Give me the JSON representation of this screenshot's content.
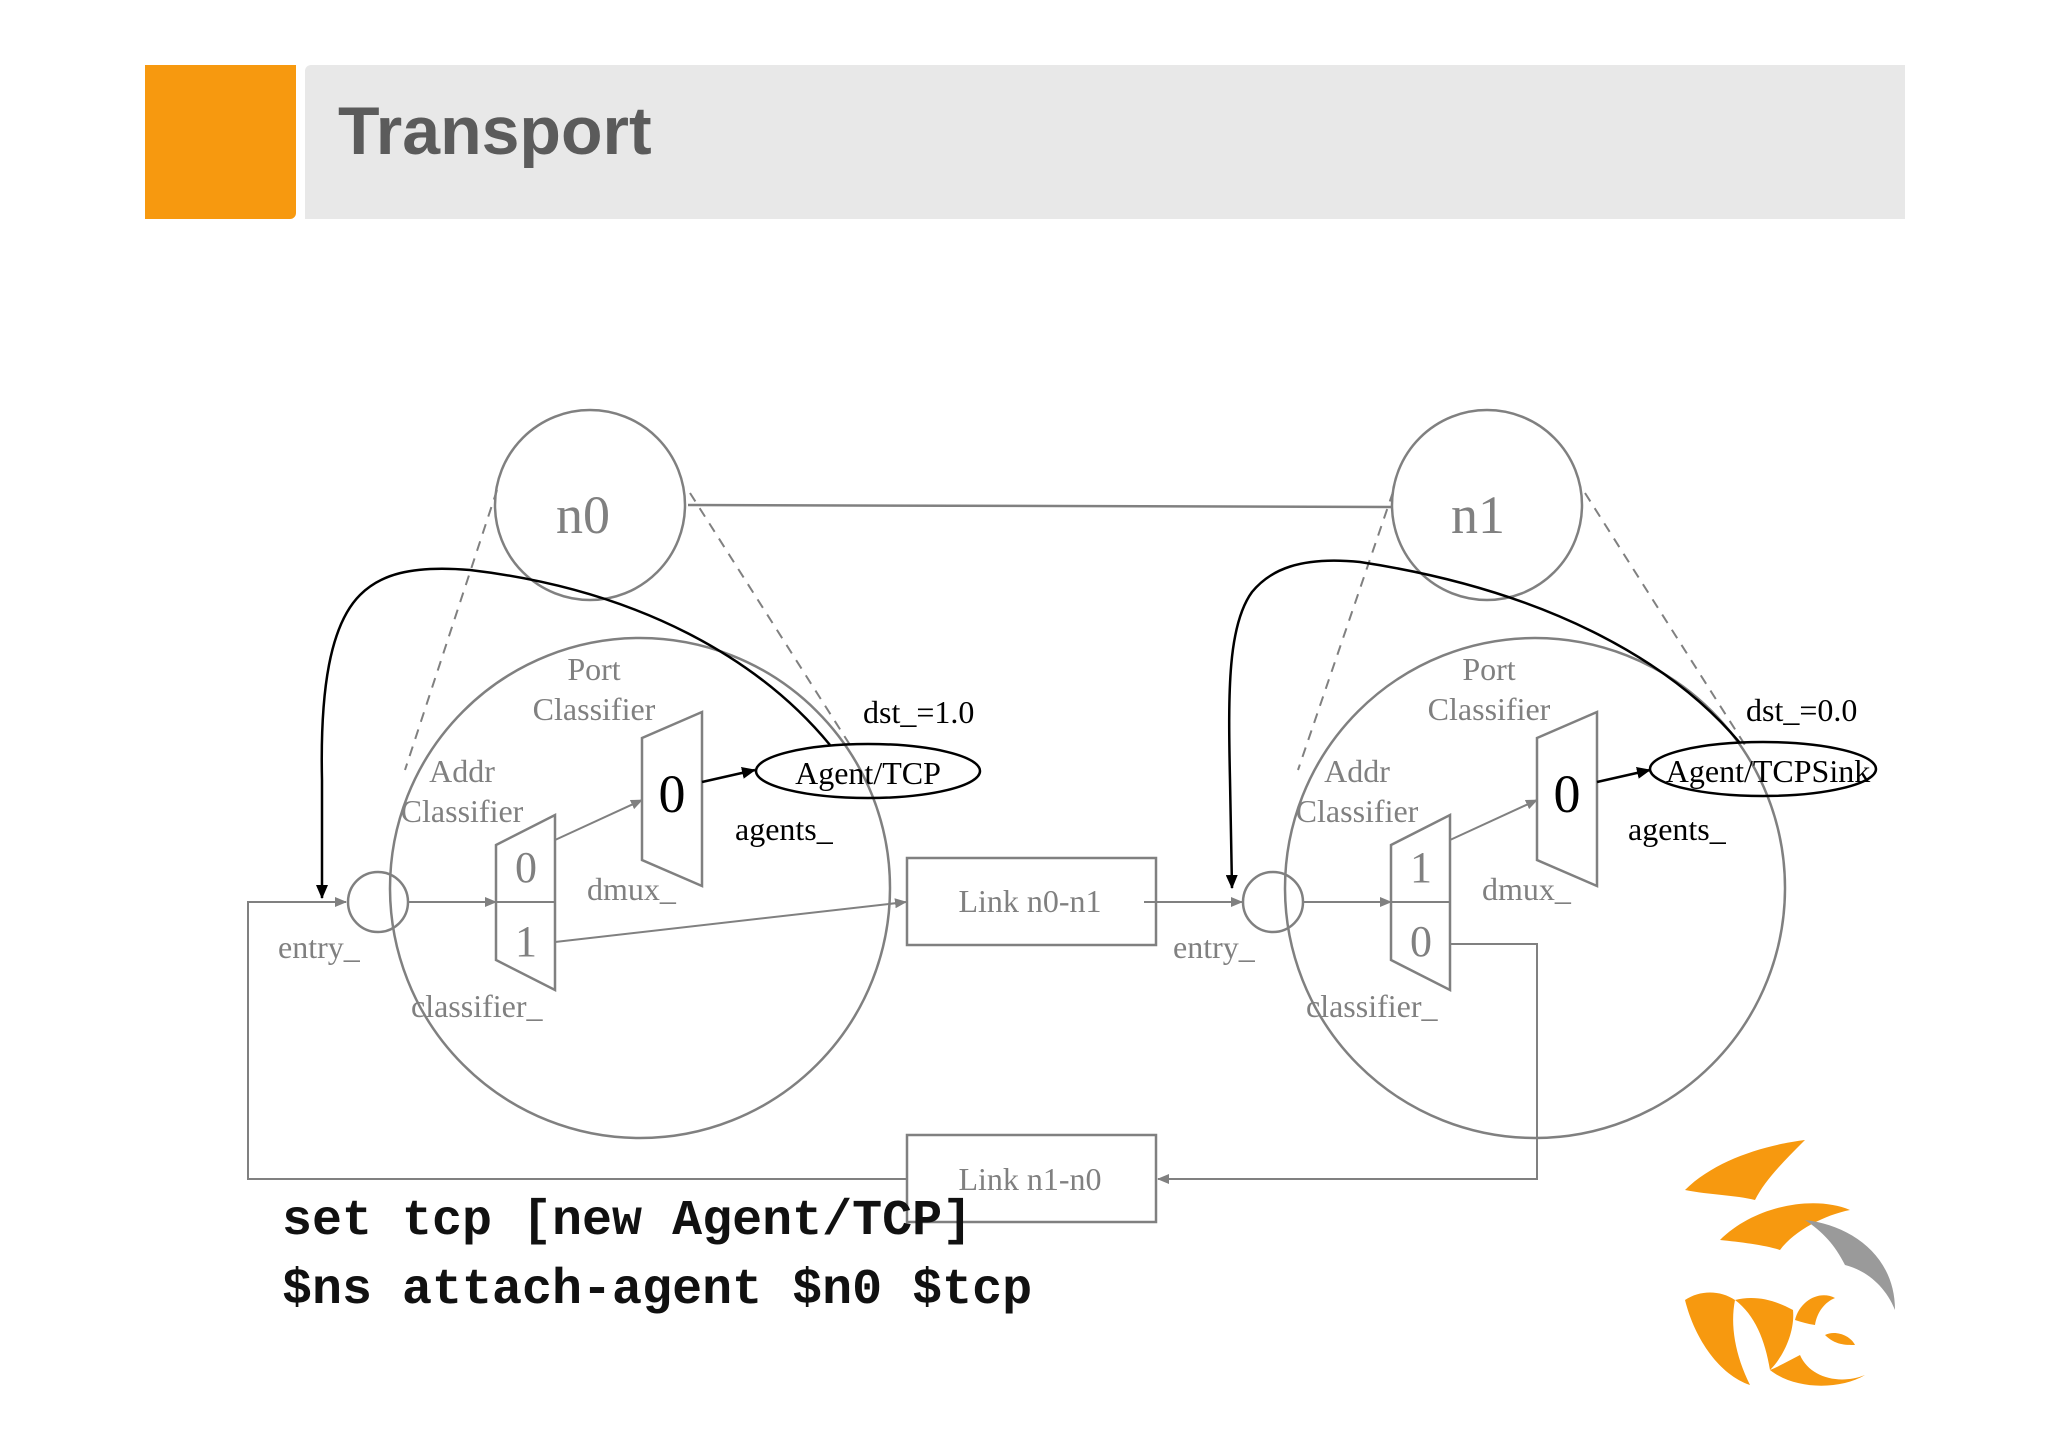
{
  "slide": {
    "title": "Transport",
    "accent_color": "#f7990f",
    "header_bg": "#e8e8e8"
  },
  "diagram": {
    "nodes": [
      {
        "id": "n0",
        "label": "n0"
      },
      {
        "id": "n1",
        "label": "n1"
      }
    ],
    "node0": {
      "port_classifier": [
        "Port",
        "Classifier"
      ],
      "addr_classifier": [
        "Addr",
        "Classifier"
      ],
      "dmux_slot": "0",
      "classifier_slots": [
        "0",
        "1"
      ],
      "agent": "Agent/TCP",
      "dst": "dst_=1.0",
      "agents_label": "agents_",
      "dmux_label": "dmux_",
      "entry_label": "entry_",
      "classifier_label": "classifier_"
    },
    "node1": {
      "port_classifier": [
        "Port",
        "Classifier"
      ],
      "addr_classifier": [
        "Addr",
        "Classifier"
      ],
      "dmux_slot": "0",
      "classifier_slots": [
        "1",
        "0"
      ],
      "agent": "Agent/TCPSink",
      "dst": "dst_=0.0",
      "agents_label": "agents_",
      "dmux_label": "dmux_",
      "entry_label": "entry_",
      "classifier_label": "classifier_"
    },
    "links": [
      {
        "label": "Link n0-n1"
      },
      {
        "label": "Link n1-n0"
      }
    ]
  },
  "code": [
    "set tcp [new Agent/TCP]",
    "$ns attach-agent $n0 $tcp"
  ],
  "logo": {
    "name": "orange-swirl-logo"
  }
}
